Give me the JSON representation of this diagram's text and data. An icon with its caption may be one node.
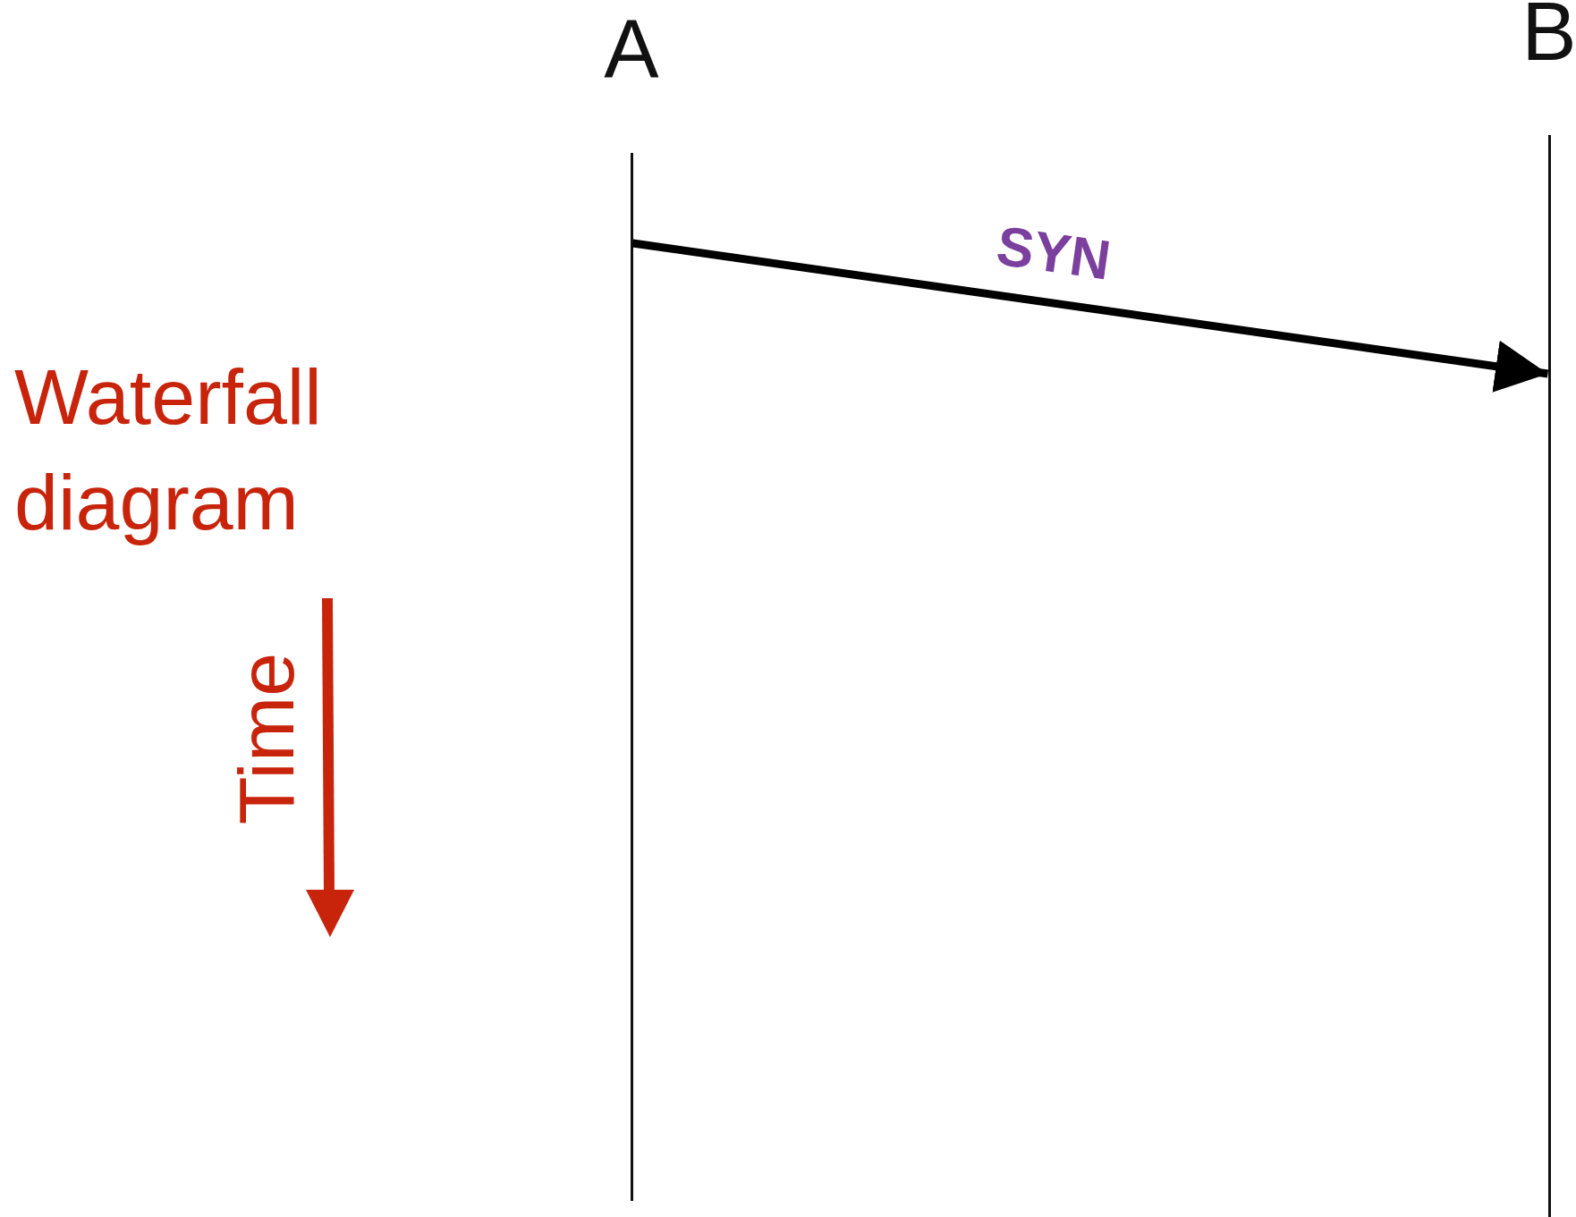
{
  "diagram": {
    "title": "Waterfall diagram",
    "nodes": [
      {
        "text": [
          "A"
        ]
      },
      {
        "text": [
          "B"
        ]
      }
    ],
    "edges": [
      {
        "from": 0,
        "to": 1,
        "arrow": "to",
        "label": "SYN"
      }
    ],
    "labels": [
      "Time"
    ]
  }
}
